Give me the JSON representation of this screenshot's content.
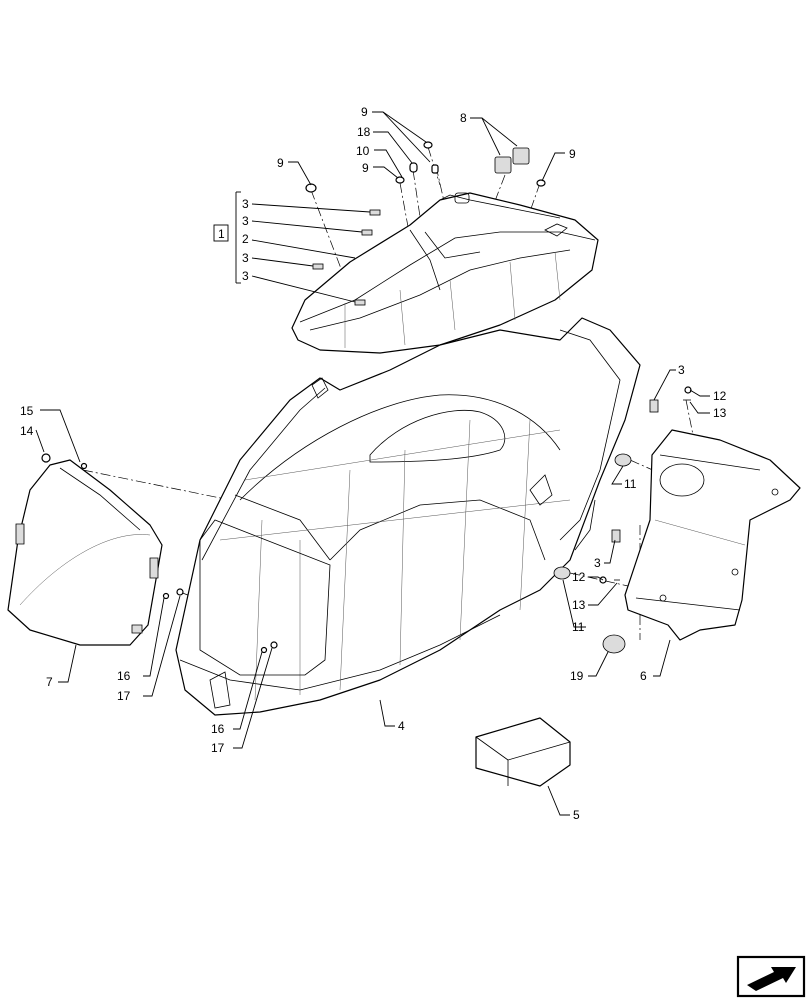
{
  "callouts": [
    {
      "id": "c9a",
      "text": "9"
    },
    {
      "id": "c18",
      "text": "18"
    },
    {
      "id": "c10",
      "text": "10"
    },
    {
      "id": "c9b",
      "text": "9"
    },
    {
      "id": "c9c",
      "text": "9"
    },
    {
      "id": "c8",
      "text": "8"
    },
    {
      "id": "c9d",
      "text": "9"
    },
    {
      "id": "c3a",
      "text": "3"
    },
    {
      "id": "c3b",
      "text": "3"
    },
    {
      "id": "c2",
      "text": "2"
    },
    {
      "id": "c3c",
      "text": "3"
    },
    {
      "id": "c3d",
      "text": "3"
    },
    {
      "id": "c1",
      "text": "1"
    },
    {
      "id": "c15",
      "text": "15"
    },
    {
      "id": "c14",
      "text": "14"
    },
    {
      "id": "c7",
      "text": "7"
    },
    {
      "id": "c16a",
      "text": "16"
    },
    {
      "id": "c17a",
      "text": "17"
    },
    {
      "id": "c16b",
      "text": "16"
    },
    {
      "id": "c17b",
      "text": "17"
    },
    {
      "id": "c4",
      "text": "4"
    },
    {
      "id": "c3e",
      "text": "3"
    },
    {
      "id": "c12a",
      "text": "12"
    },
    {
      "id": "c13a",
      "text": "13"
    },
    {
      "id": "c11a",
      "text": "11"
    },
    {
      "id": "c3f",
      "text": "3"
    },
    {
      "id": "c12b",
      "text": "12"
    },
    {
      "id": "c13b",
      "text": "13"
    },
    {
      "id": "c11b",
      "text": "11"
    },
    {
      "id": "c19",
      "text": "19"
    },
    {
      "id": "c6",
      "text": "6"
    },
    {
      "id": "c5",
      "text": "5"
    }
  ],
  "icons": {
    "corner": "arrow-box-icon"
  }
}
